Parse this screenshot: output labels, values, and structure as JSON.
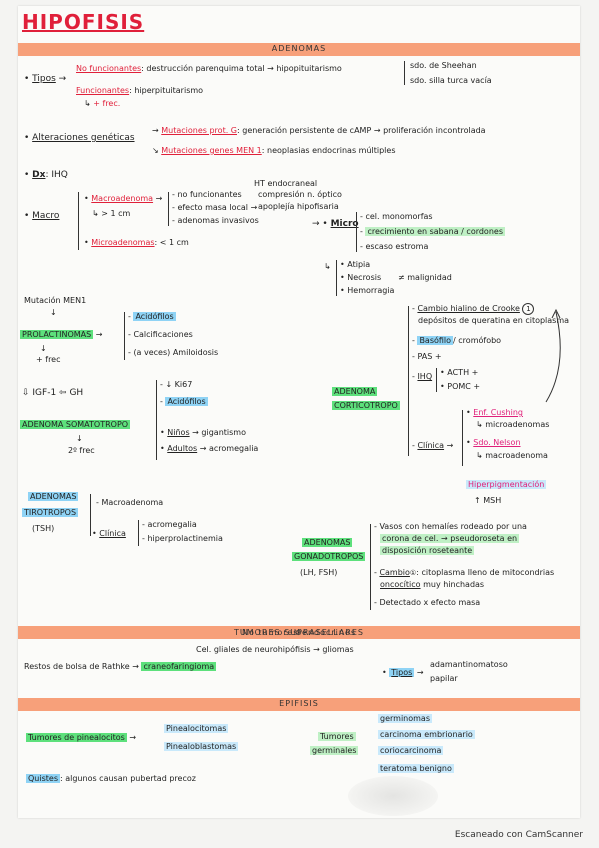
{
  "title": "HIPOFISIS",
  "sections": {
    "adenomas": "ADENOMAS",
    "supraselares": "TUMORES SUPRASELLARES",
    "supraselares_note": "No tumores endocrinos",
    "epifisis": "EPIFISIS"
  },
  "tipos": {
    "label": "Tipos",
    "no_func": "No funcionantes",
    "no_func_desc": ": destrucción parenquima total",
    "hipopit": "hipopituitarismo",
    "sheehan": "sdo. de Sheehan",
    "silla": "sdo. silla turca vacía",
    "func": "Funcionantes",
    "func_desc": ": hiperpituitarismo",
    "frec": "+ frec."
  },
  "alteraciones": {
    "label": "Alteraciones genéticas",
    "m1": "Mutaciones prot. G",
    "m1_desc": ": generación persistente de cAMP",
    "m1_res": "proliferación incontrolada",
    "m2": "Mutaciones genes MEN 1",
    "m2_desc": ": neoplasias endocrinas múltiples"
  },
  "dx": {
    "label": "Dx",
    "value": ": IHQ"
  },
  "macro": {
    "label": "Macro",
    "macroadenoma": "Macroadenoma",
    "size1": "> 1 cm",
    "i1": "no funcionantes",
    "i2": "efecto masa local",
    "i3": "adenomas invasivos",
    "ht": "HT endocraneal",
    "quiasma": "compresión n. óptico",
    "apoplejia": "apoplejía hipofisaria",
    "microadenoma": "Microadenomas",
    "size2": ": < 1 cm"
  },
  "micro": {
    "label": "Micro",
    "c1": "cel. monomorfas",
    "c2": "crecimiento en sabana / cordones",
    "c3": "escaso estroma",
    "a1": "Atipia",
    "a2": "Necrosis",
    "a3": "Hemorragia",
    "malig": "≠ malignidad"
  },
  "prolactinomas": {
    "mutacion": "Mutación MEN1",
    "label": "PROLACTINOMAS",
    "frec": "+ frec",
    "i1": "Acidófilos",
    "i2": "Calcificaciones",
    "i3": "(a veces) Amiloidosis"
  },
  "somatotropo": {
    "igf": "IGF-1",
    "gh": "GH",
    "label": "ADENOMA SOMATOTROPO",
    "frec": "2º frec",
    "i1": "↓ Ki67",
    "i2": "Acidófilos",
    "ninos": "Niños",
    "gigantismo": "gigantismo",
    "adultos": "Adultos",
    "acromegalia": "acromegalia"
  },
  "corticotropo": {
    "label1": "ADENOMA",
    "label2": "CORTICOTROPO",
    "cambio": "Cambio hialino de Crooke",
    "cambio2": "depósitos de queratina en citoplasma",
    "basofilo": "Basófilo",
    "cromofobo": "/ cromófobo",
    "pas": "PAS +",
    "ihq": "IHQ",
    "acth": "ACTH +",
    "pomc": "POMC +",
    "clinica": "Clínica",
    "cushing": "Enf. Cushing",
    "micro": "microadenomas",
    "nelson": "Sdo. Nelson",
    "macro": "macroadenoma",
    "hiperpig": "Hiperpigmentación",
    "msh": "↑ MSH"
  },
  "tirotropos": {
    "l1": "ADENOMAS",
    "l2": "TIROTROPOS",
    "l3": "(TSH)",
    "i1": "Macroadenoma",
    "clinica": "Clínica",
    "c1": "acromegalia",
    "c2": "hiperprolactinemia"
  },
  "gonadotropos": {
    "l1": "ADENOMAS",
    "l2": "GONADOTROPOS",
    "l3": "(LH, FSH)",
    "i1": "Vasos con hemalíes rodeado por una",
    "i1b": "corona de cel. → pseudoroseta en",
    "i1c": "disposición roseteante",
    "cambio": "Cambio",
    "oncocitico": "oncocítico",
    "cambio_desc": ": citoplasma lleno de mitocondrias",
    "cambio_desc2": "muy hinchadas",
    "i3": "Detectado x efecto masa"
  },
  "supra": {
    "cel": "Cel. gliales de neurohipófisis → gliomas",
    "rathke": "Restos de bolsa de Rathke →",
    "cranio": "craneofaringioma",
    "tipos": "Tipos",
    "t1": "adamantinomatoso",
    "t2": "papilar"
  },
  "epi": {
    "pineal": "Tumores de pinealocitos",
    "p1": "Pinealocitomas",
    "p2": "Pinealoblastomas",
    "germ1": "Tumores",
    "germ2": "germinales",
    "g1": "germinomas",
    "g2": "carcinoma embrionario",
    "g3": "coriocarcinoma",
    "g4": "teratoma benigno",
    "quistes": "Quistes",
    "quistes_desc": ": algunos causan pubertad precoz"
  },
  "footer": "Escaneado con CamScanner"
}
